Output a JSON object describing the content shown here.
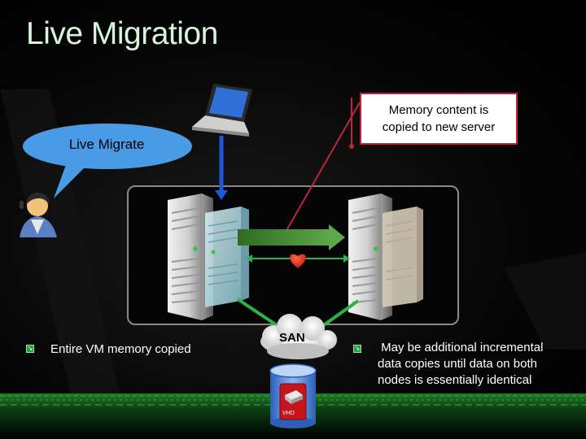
{
  "title": "Live Migration",
  "callout_right": {
    "line1": "Memory content is",
    "line2": "copied to new server"
  },
  "speech_bubble": "Live Migrate",
  "bullets": {
    "left": "Entire VM memory copied",
    "right_line1": " May be additional incremental",
    "right_line2": "data copies until data on both",
    "right_line3": "nodes is essentially identical"
  },
  "san_label": "SAN",
  "vhd_label": "VHD",
  "icons": [
    "laptop-icon",
    "user-avatar-icon",
    "server-icon",
    "vm-icon",
    "cloud-icon",
    "storage-cylinder-icon",
    "heart-icon",
    "arrow-right-icon"
  ],
  "colors": {
    "title": "#d9f5d9",
    "callout_border": "#c0243a",
    "bubble": "#4a9be6",
    "arrow_green": "#3e8a2c",
    "link_green": "#2bb24a",
    "laptop_cable_blue": "#1f58d6",
    "bullet_green": "#1aa33e",
    "storage_blue": "#4f8de0"
  }
}
